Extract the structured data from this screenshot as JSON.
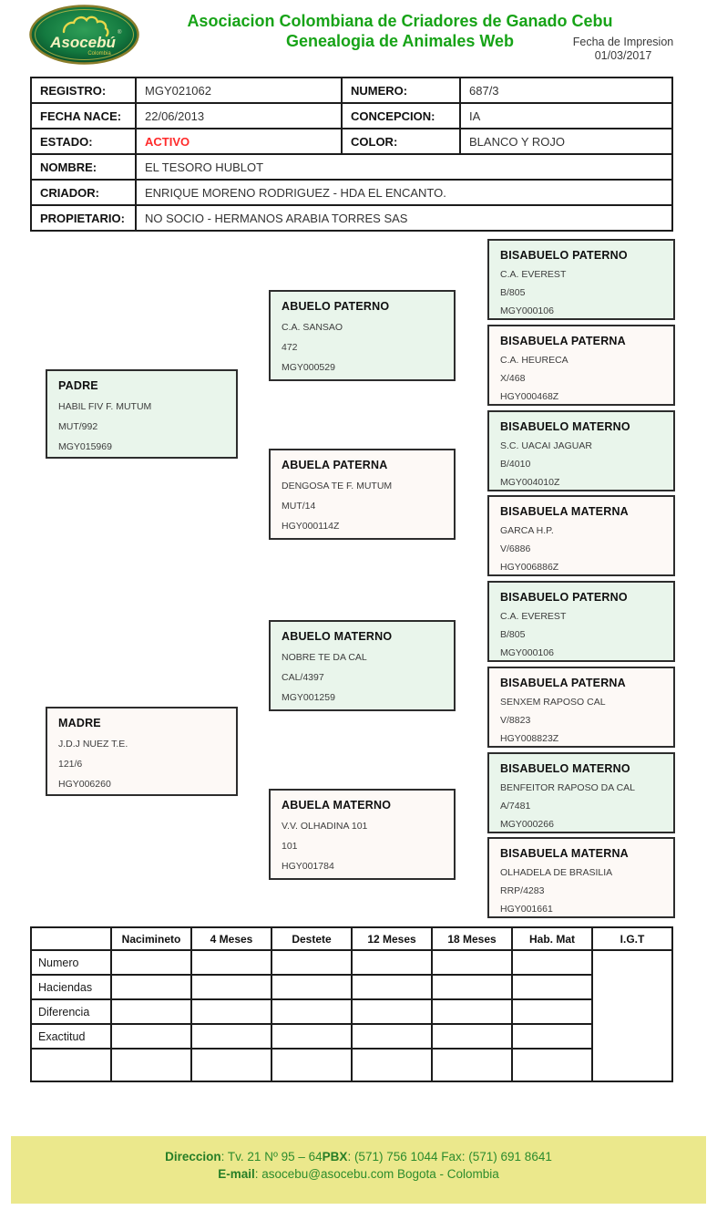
{
  "header": {
    "logo_text": "Asocebú",
    "logo_sub": "Colombia",
    "logo_reg": "®",
    "title": "Asociacion Colombiana de Criadores de Ganado Cebu",
    "subtitle": "Genealogia de Animales Web",
    "print_label": "Fecha de Impresion",
    "print_date": "01/03/2017"
  },
  "info": {
    "rows4": [
      {
        "l1": "REGISTRO:",
        "v1": "MGY021062",
        "l2": "NUMERO:",
        "v2": "687/3"
      },
      {
        "l1": "FECHA NACE:",
        "v1": "22/06/2013",
        "l2": "CONCEPCION:",
        "v2": "IA"
      },
      {
        "l1": "ESTADO:",
        "v1": "ACTIVO",
        "l2": "COLOR:",
        "v2": "BLANCO Y ROJO"
      }
    ],
    "rows2": [
      {
        "label": "NOMBRE:",
        "value": "EL TESORO HUBLOT"
      },
      {
        "label": "CRIADOR:",
        "value": "ENRIQUE MORENO RODRIGUEZ - HDA EL ENCANTO."
      },
      {
        "label": "PROPIETARIO:",
        "value": "NO SOCIO - HERMANOS ARABIA TORRES SAS"
      }
    ]
  },
  "pedigree": {
    "boxes": [
      {
        "title": "PADRE",
        "name": "HABIL FIV F. MUTUM",
        "number": "MUT/992",
        "reg": "MGY015969"
      },
      {
        "title": "MADRE",
        "name": "J.D.J NUEZ T.E.",
        "number": "121/6",
        "reg": "HGY006260"
      },
      {
        "title": "ABUELO PATERNO",
        "name": "C.A. SANSAO",
        "number": "472",
        "reg": "MGY000529"
      },
      {
        "title": "ABUELA PATERNA",
        "name": "DENGOSA TE F. MUTUM",
        "number": "MUT/14",
        "reg": "HGY000114Z"
      },
      {
        "title": "ABUELO MATERNO",
        "name": "NOBRE TE DA CAL",
        "number": "CAL/4397",
        "reg": "MGY001259"
      },
      {
        "title": "ABUELA MATERNO",
        "name": "V.V. OLHADINA 101",
        "number": "101",
        "reg": "HGY001784"
      },
      {
        "title": "BISABUELO PATERNO",
        "name": "C.A. EVEREST",
        "number": "B/805",
        "reg": "MGY000106"
      },
      {
        "title": "BISABUELA PATERNA",
        "name": "C.A. HEURECA",
        "number": "X/468",
        "reg": "HGY000468Z"
      },
      {
        "title": "BISABUELO MATERNO",
        "name": "S.C. UACAI JAGUAR",
        "number": "B/4010",
        "reg": "MGY004010Z"
      },
      {
        "title": "BISABUELA MATERNA",
        "name": "GARCA H.P.",
        "number": "V/6886",
        "reg": "HGY006886Z"
      },
      {
        "title": "BISABUELO PATERNO",
        "name": "C.A. EVEREST",
        "number": "B/805",
        "reg": "MGY000106"
      },
      {
        "title": "BISABUELA PATERNA",
        "name": "SENXEM RAPOSO CAL",
        "number": "V/8823",
        "reg": "HGY008823Z"
      },
      {
        "title": "BISABUELO MATERNO",
        "name": "BENFEITOR RAPOSO DA CAL",
        "number": "A/7481",
        "reg": "MGY000266"
      },
      {
        "title": "BISABUELA MATERNA",
        "name": "OLHADELA DE BRASILIA",
        "number": "RRP/4283",
        "reg": "HGY001661"
      }
    ]
  },
  "stats": {
    "columns": [
      "Nacimineto",
      "4 Meses",
      "Destete",
      "12 Meses",
      "18 Meses",
      "Hab. Mat",
      "I.G.T"
    ],
    "rows": [
      "Numero",
      "Haciendas",
      "Diferencia",
      "Exactitud"
    ]
  },
  "footer": {
    "address_label": "Direccion",
    "address": ": Tv. 21 Nº  95 – 64",
    "pbx_label": "PBX",
    "pbx": ": (571) 756 1044 Fax: (571) 691 8641",
    "email_label": "E-mail",
    "email": ": asocebu@asocebu.com Bogota - Colombia"
  },
  "colors": {
    "brand_green": "#17a317",
    "estado_red": "#ff2b2b",
    "male_box_bg": "#e9f5eb",
    "female_box_bg": "#fdf9f6",
    "footer_bg": "#ebe88c",
    "footer_green": "#2c8c2c"
  }
}
